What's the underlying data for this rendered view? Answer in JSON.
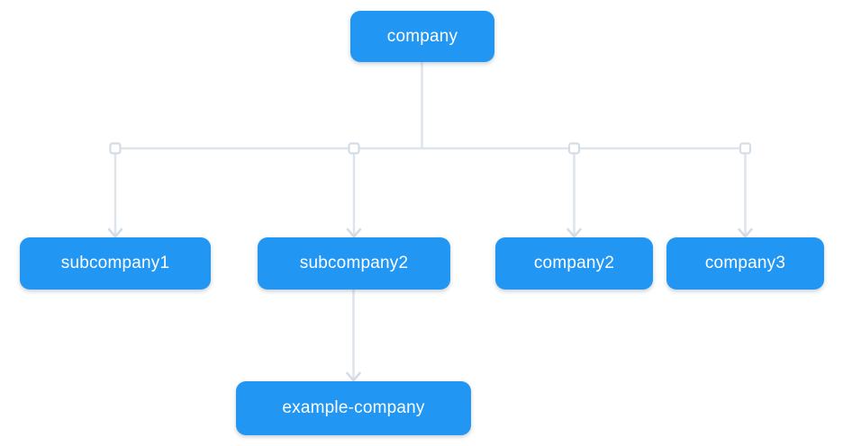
{
  "diagram": {
    "type": "org-chart-tree",
    "nodes": [
      {
        "id": "company",
        "label": "company"
      },
      {
        "id": "subcompany1",
        "label": "subcompany1"
      },
      {
        "id": "subcompany2",
        "label": "subcompany2"
      },
      {
        "id": "company2",
        "label": "company2"
      },
      {
        "id": "company3",
        "label": "company3"
      },
      {
        "id": "example-company",
        "label": "example-company"
      }
    ],
    "edges": [
      {
        "from": "company",
        "to": "subcompany1"
      },
      {
        "from": "company",
        "to": "subcompany2"
      },
      {
        "from": "company",
        "to": "company2"
      },
      {
        "from": "company",
        "to": "company3"
      },
      {
        "from": "subcompany2",
        "to": "example-company"
      }
    ],
    "colors": {
      "node_fill": "#2196f3",
      "node_text": "#ffffff",
      "connector": "#dde4ec",
      "handle_fill": "#ffffff",
      "background": "#ffffff"
    }
  }
}
